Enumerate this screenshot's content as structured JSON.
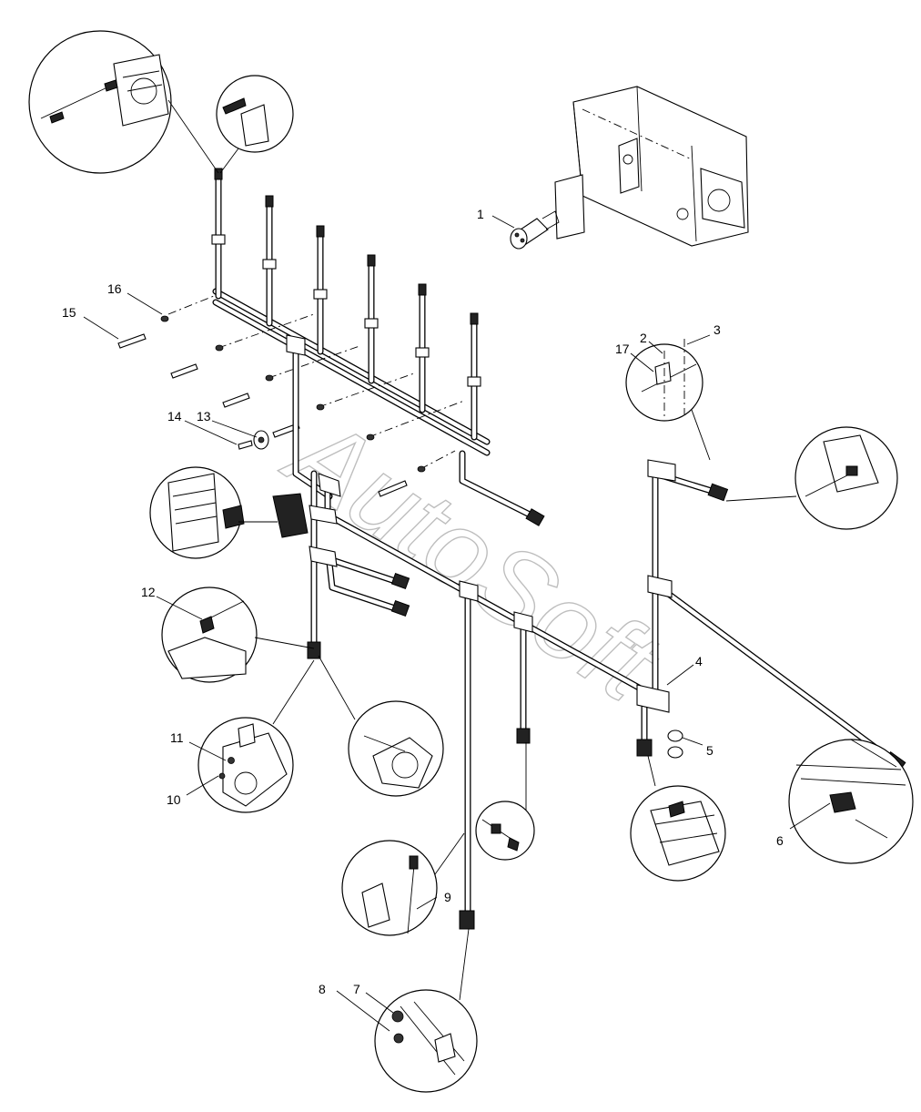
{
  "watermark": "AutoSoft",
  "callouts": [
    {
      "id": "label-1",
      "text": "1"
    },
    {
      "id": "label-2",
      "text": "2"
    },
    {
      "id": "label-3",
      "text": "3"
    },
    {
      "id": "label-4",
      "text": "4"
    },
    {
      "id": "label-5",
      "text": "5"
    },
    {
      "id": "label-6",
      "text": "6"
    },
    {
      "id": "label-7",
      "text": "7"
    },
    {
      "id": "label-8",
      "text": "8"
    },
    {
      "id": "label-9",
      "text": "9"
    },
    {
      "id": "label-10",
      "text": "10"
    },
    {
      "id": "label-11",
      "text": "11"
    },
    {
      "id": "label-12",
      "text": "12"
    },
    {
      "id": "label-13",
      "text": "13"
    },
    {
      "id": "label-14",
      "text": "14"
    },
    {
      "id": "label-15",
      "text": "15"
    },
    {
      "id": "label-16",
      "text": "16"
    },
    {
      "id": "label-17",
      "text": "17"
    }
  ]
}
